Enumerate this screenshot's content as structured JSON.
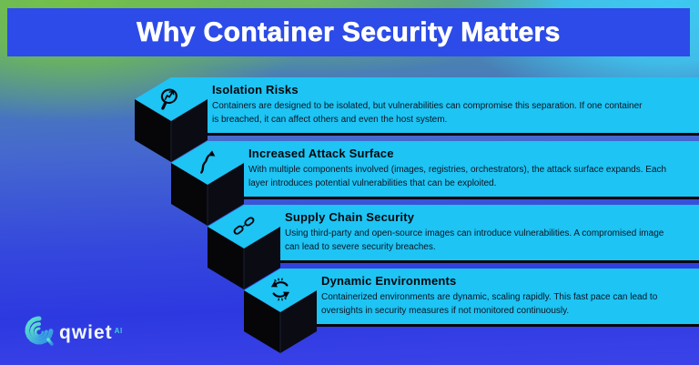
{
  "header": {
    "title": "Why Container Security Matters"
  },
  "sections": [
    {
      "title": "Isolation Risks",
      "icon": "magnifier-trend-icon",
      "body_lines": [
        "Containers are designed to be isolated, but vulnerabilities can compromise this separation. If one container",
        "is breached, it can affect others and even the host system."
      ]
    },
    {
      "title": "Increased Attack Surface",
      "icon": "rising-arrow-icon",
      "body_lines": [
        "With multiple components involved (images, registries, orchestrators), the attack surface expands. Each",
        "layer introduces potential vulnerabilities that can be exploited."
      ]
    },
    {
      "title": "Supply Chain Security",
      "icon": "chain-links-icon",
      "body_lines": [
        "Using third-party and open-source images can introduce vulnerabilities. A compromised image",
        "can lead to severe security breaches."
      ]
    },
    {
      "title": "Dynamic Environments",
      "icon": "cycle-arrows-icon",
      "body_lines": [
        "Containerized environments are dynamic, scaling rapidly. This fast pace can lead to",
        "oversights in security measures if not monitored continuously."
      ]
    }
  ],
  "footer": {
    "logo_text": "qwiet",
    "logo_suffix": "AI"
  },
  "palette": {
    "banner_blue": "#2c4be8",
    "card_cyan": "#1ec4f3",
    "cube_black": "#07070d",
    "background_green": "#74c04a",
    "background_cyan": "#3ec8f2",
    "background_blue": "#3340e2",
    "body_text": "#0b1424",
    "logo_teal": "#3fd0d8"
  }
}
